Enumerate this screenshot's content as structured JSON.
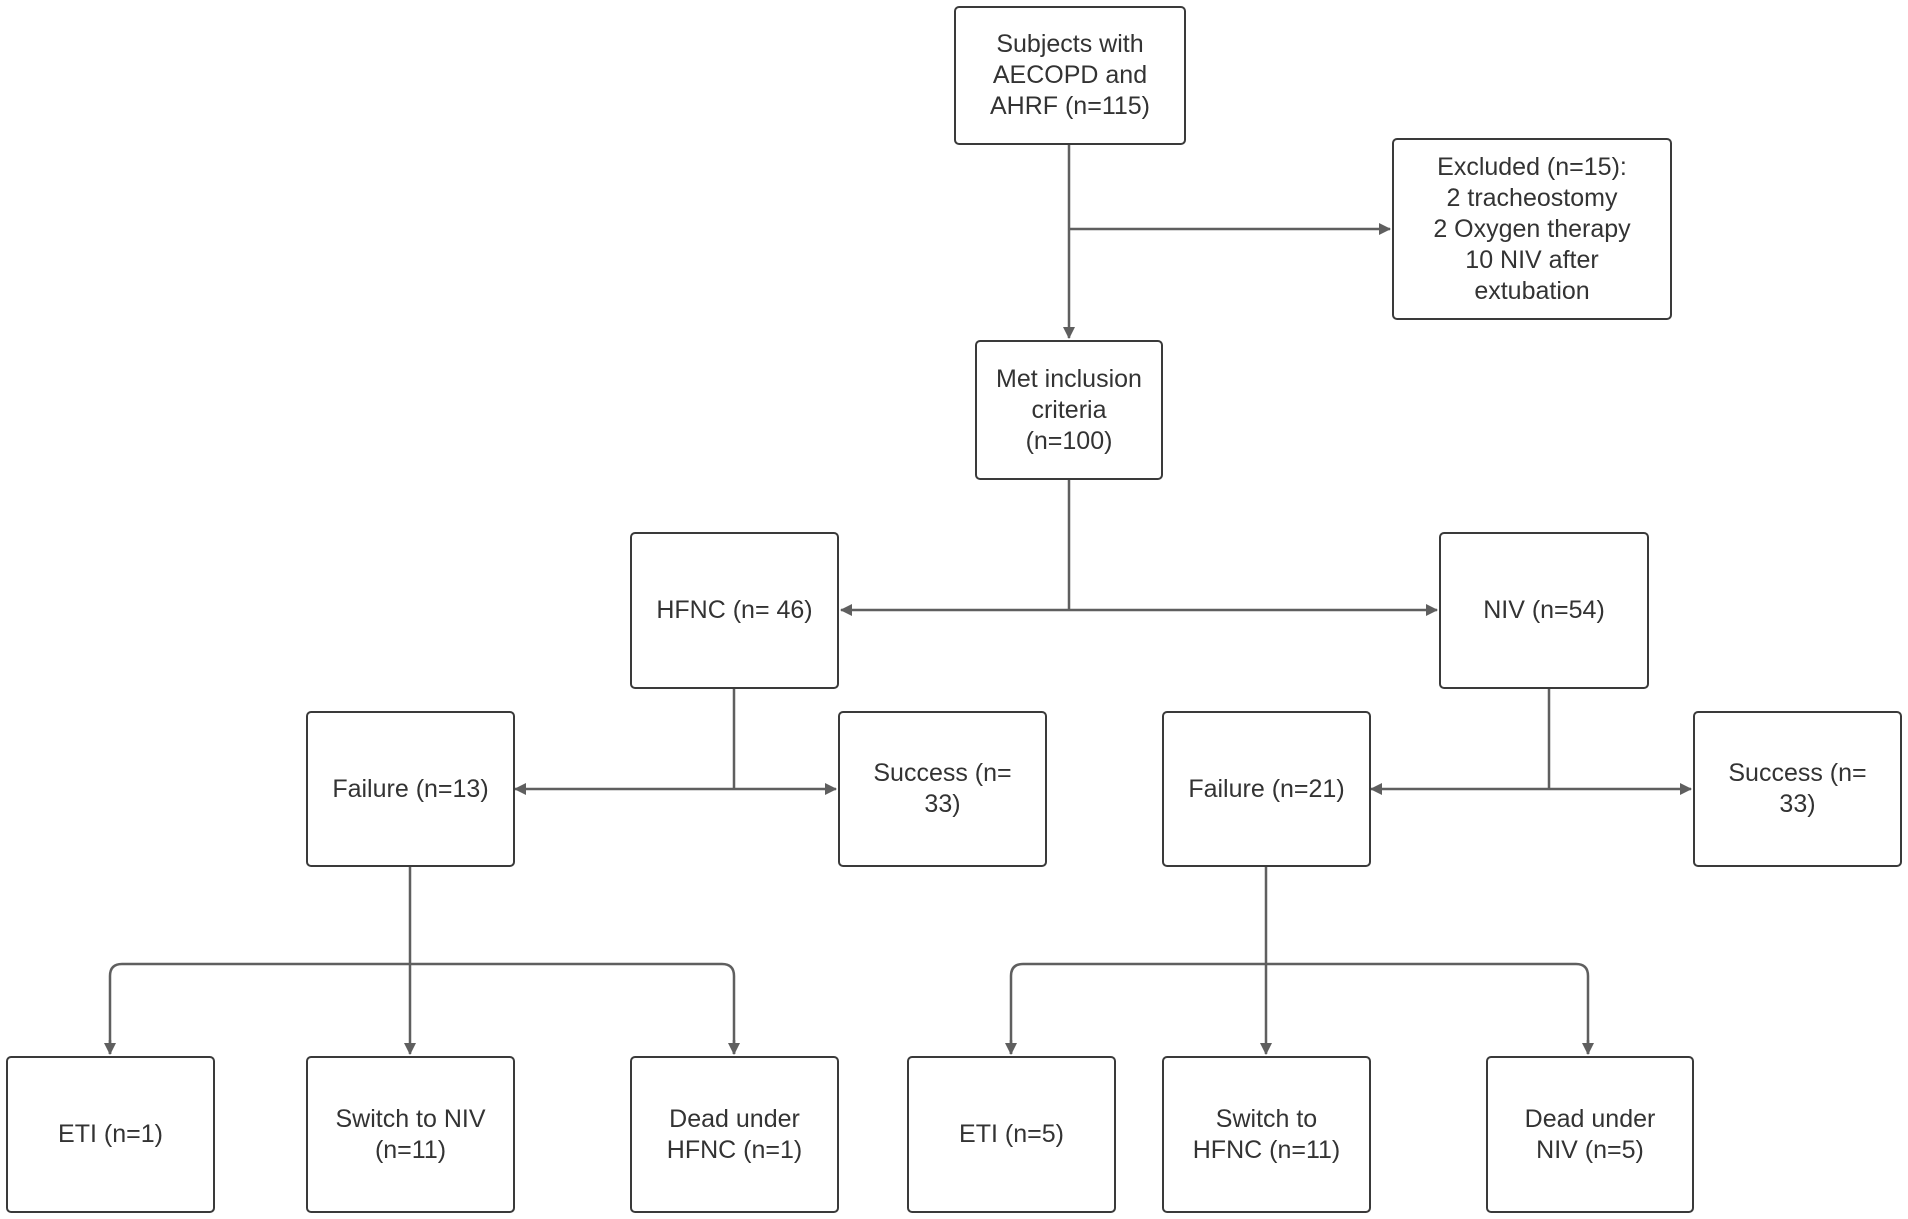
{
  "colors": {
    "line": "#5f5f5f",
    "box_border": "#3a3a3a",
    "text": "#333333",
    "background": "#ffffff"
  },
  "nodes": {
    "subjects": "Subjects with\nAECOPD and\nAHRF (n=115)",
    "excluded": "Excluded (n=15):\n2 tracheostomy\n2 Oxygen therapy\n10 NIV after\nextubation",
    "inclusion": "Met inclusion\ncriteria\n(n=100)",
    "hfnc": "HFNC (n= 46)",
    "niv": "NIV (n=54)",
    "hfnc_failure": "Failure (n=13)",
    "hfnc_success": "Success (n=\n33)",
    "niv_failure": "Failure (n=21)",
    "niv_success": "Success (n=\n33)",
    "hfnc_eti": "ETI (n=1)",
    "hfnc_switch": "Switch to NIV\n(n=11)",
    "hfnc_dead": "Dead under\nHFNC (n=1)",
    "niv_eti": "ETI (n=5)",
    "niv_switch": "Switch to\nHFNC (n=11)",
    "niv_dead": "Dead under\nNIV (n=5)"
  }
}
